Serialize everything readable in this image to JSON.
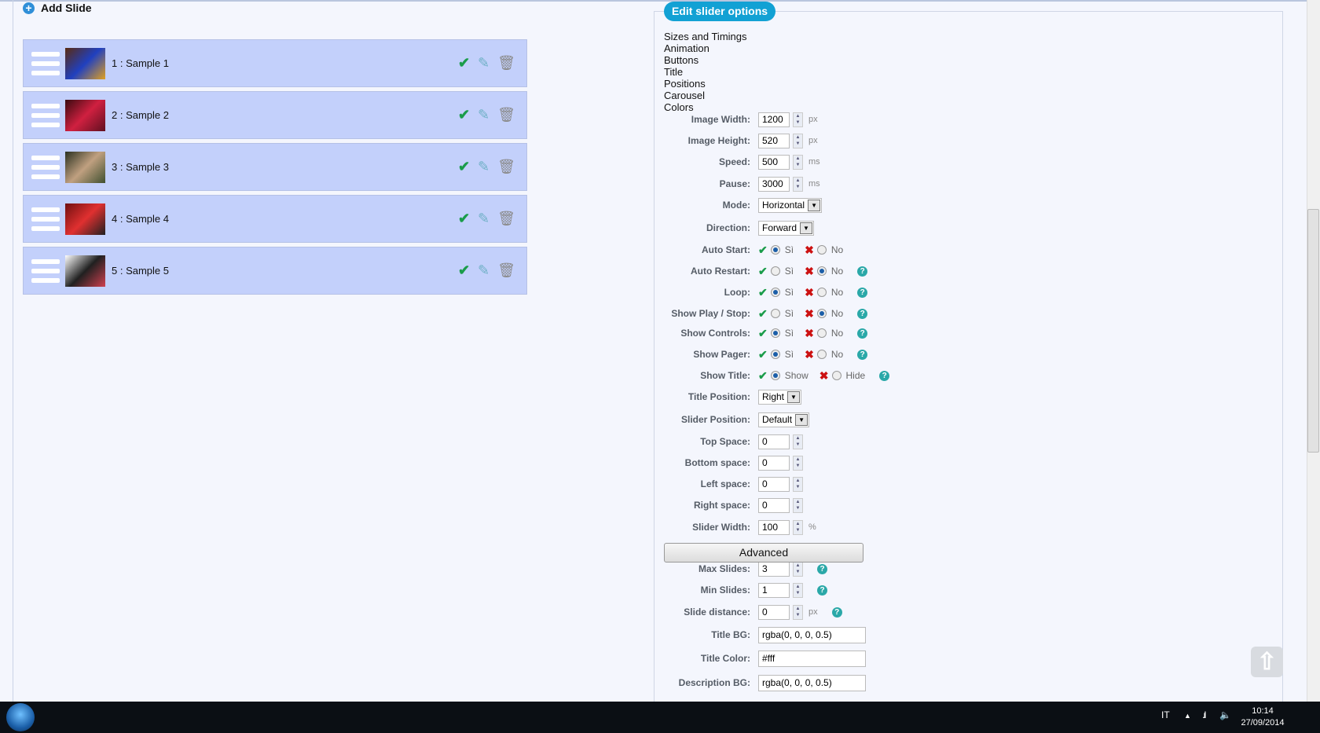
{
  "add_slide": "Add Slide",
  "slides": [
    {
      "label": "1 : Sample 1",
      "thumb": [
        "#5a2a10",
        "#2040c0",
        "#e0a020"
      ]
    },
    {
      "label": "2 : Sample 2",
      "thumb": [
        "#3a0a10",
        "#d02040",
        "#601020"
      ]
    },
    {
      "label": "3 : Sample 3",
      "thumb": [
        "#2a3020",
        "#c0a080",
        "#405030"
      ]
    },
    {
      "label": "4 : Sample 4",
      "thumb": [
        "#701010",
        "#e03030",
        "#202020"
      ]
    },
    {
      "label": "5 : Sample 5",
      "thumb": [
        "#ffffff",
        "#202020",
        "#d04050"
      ]
    }
  ],
  "panel": {
    "legend": "Edit slider options",
    "sections": [
      "Sizes and Timings",
      "Animation",
      "Buttons",
      "Title",
      "Positions",
      "Carousel",
      "Colors"
    ],
    "advanced": "Advanced",
    "rows": [
      {
        "type": "num",
        "label": "Image Width:",
        "value": "1200",
        "unit": "px"
      },
      {
        "type": "num",
        "label": "Image Height:",
        "value": "520",
        "unit": "px"
      },
      {
        "type": "num",
        "label": "Speed:",
        "value": "500",
        "unit": "ms"
      },
      {
        "type": "num",
        "label": "Pause:",
        "value": "3000",
        "unit": "ms"
      },
      {
        "type": "select",
        "label": "Mode:",
        "value": "Horizontal"
      },
      {
        "type": "select",
        "label": "Direction:",
        "value": "Forward"
      },
      {
        "type": "radio",
        "label": "Auto Start:",
        "yes": "Sì",
        "no": "No",
        "selected": "yes",
        "help": false
      },
      {
        "type": "radio",
        "label": "Auto Restart:",
        "yes": "Sì",
        "no": "No",
        "selected": "no",
        "help": true
      },
      {
        "type": "radio",
        "label": "Loop:",
        "yes": "Sì",
        "no": "No",
        "selected": "yes",
        "help": true
      },
      {
        "type": "radio",
        "label": "Show Play / Stop:",
        "yes": "Sì",
        "no": "No",
        "selected": "no",
        "help": true
      },
      {
        "type": "radio",
        "label": "Show Controls:",
        "yes": "Sì",
        "no": "No",
        "selected": "yes",
        "help": true
      },
      {
        "type": "radio",
        "label": "Show Pager:",
        "yes": "Sì",
        "no": "No",
        "selected": "yes",
        "help": true
      },
      {
        "type": "radio",
        "label": "Show Title:",
        "yes": "Show",
        "no": "Hide",
        "selected": "yes",
        "help": true
      },
      {
        "type": "select",
        "label": "Title Position:",
        "value": "Right"
      },
      {
        "type": "select",
        "label": "Slider Position:",
        "value": "Default"
      },
      {
        "type": "num",
        "label": "Top Space:",
        "value": "0"
      },
      {
        "type": "num",
        "label": "Bottom space:",
        "value": "0"
      },
      {
        "type": "num",
        "label": "Left space:",
        "value": "0"
      },
      {
        "type": "num",
        "label": "Right space:",
        "value": "0"
      },
      {
        "type": "num",
        "label": "Slider Width:",
        "value": "100",
        "unit": "%"
      }
    ],
    "advanced_rows": [
      {
        "type": "num",
        "label": "Max Slides:",
        "value": "3",
        "help": true
      },
      {
        "type": "num",
        "label": "Min Slides:",
        "value": "1",
        "help": true
      },
      {
        "type": "num",
        "label": "Slide distance:",
        "value": "0",
        "unit": "px",
        "help": true
      },
      {
        "type": "text",
        "label": "Title BG:",
        "value": "rgba(0, 0, 0, 0.5)"
      },
      {
        "type": "text",
        "label": "Title Color:",
        "value": "#fff"
      },
      {
        "type": "text",
        "label": "Description BG:",
        "value": "rgba(0, 0, 0, 0.5)"
      }
    ]
  },
  "taskbar": {
    "lang": "IT",
    "time": "10:14",
    "date": "27/09/2014"
  }
}
